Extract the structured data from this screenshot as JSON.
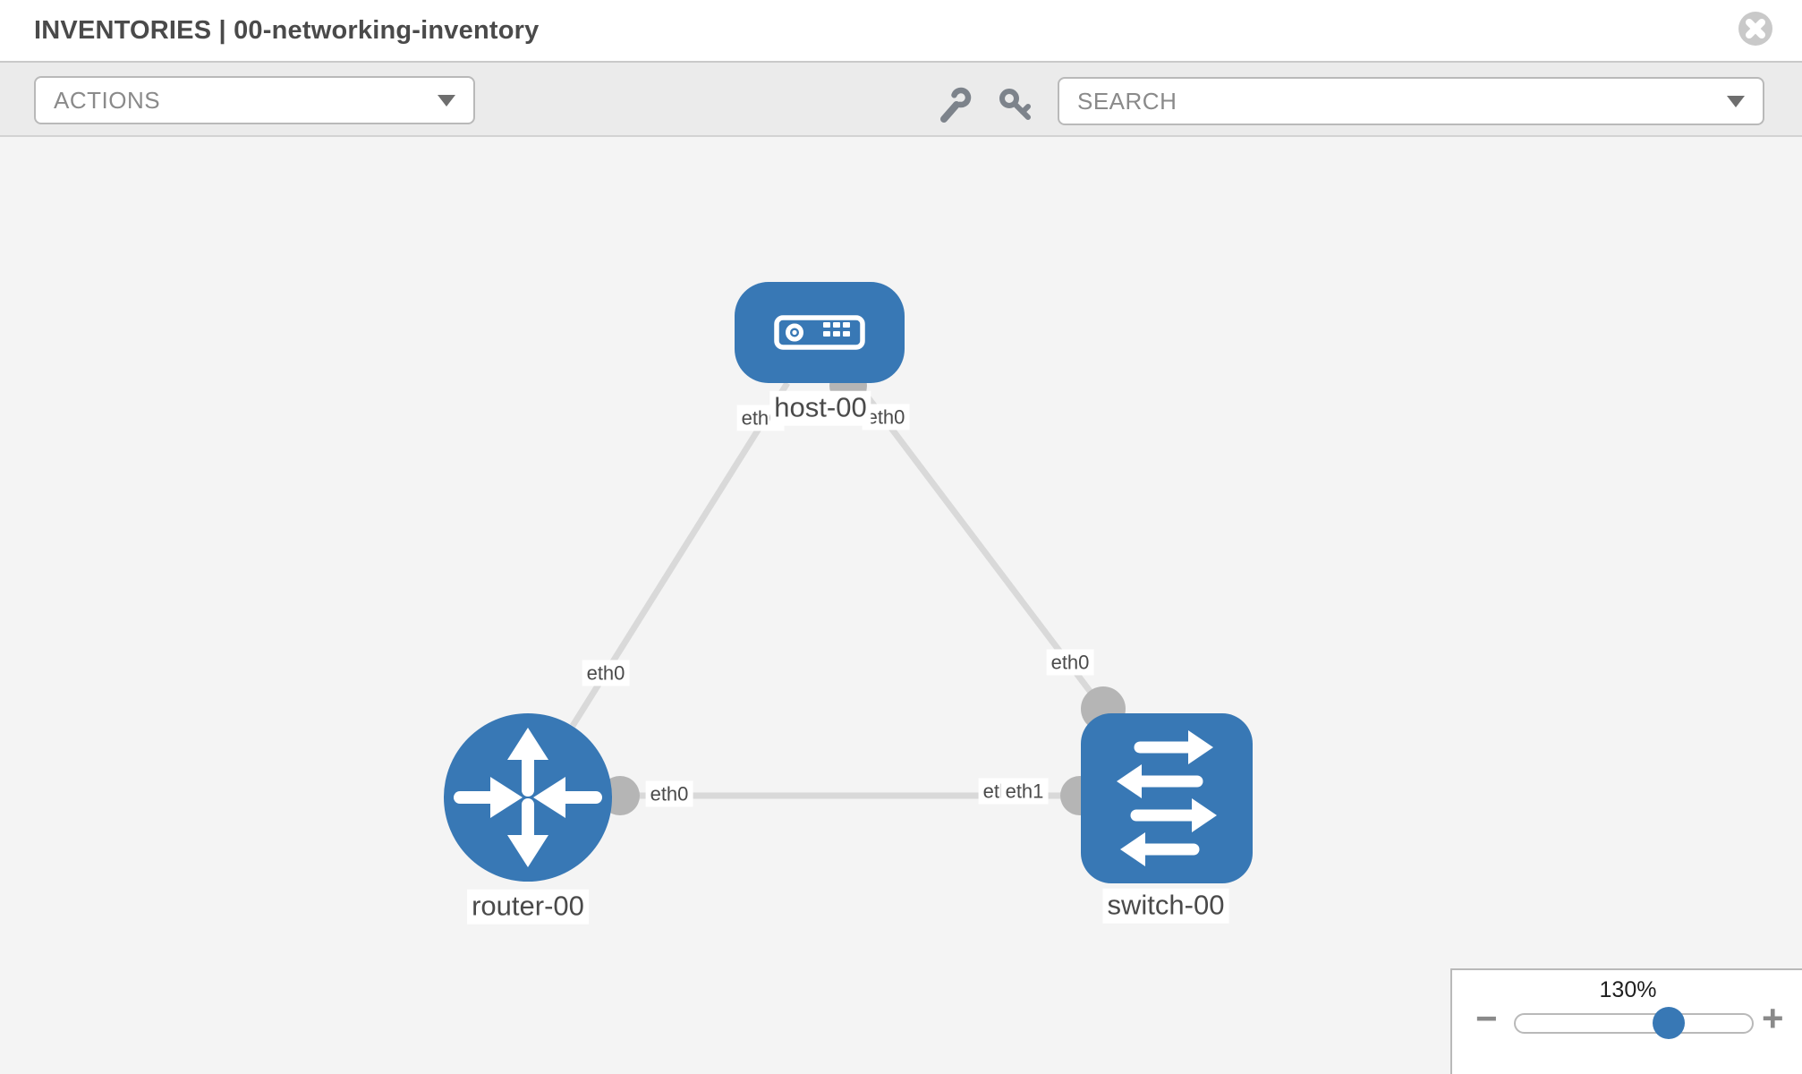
{
  "header": {
    "title": "INVENTORIES | 00-networking-inventory"
  },
  "toolbar": {
    "actions_label": "ACTIONS",
    "search_label": "SEARCH"
  },
  "colors": {
    "node_blue": "#3878b5",
    "link_gray": "#d9d9d9",
    "connector_gray": "#b5b5b5",
    "canvas_bg": "#f4f4f4",
    "toolbar_bg": "#ebebeb",
    "label_text": "#4a4a4a"
  },
  "diagram": {
    "nodes": [
      {
        "id": "host-00",
        "type": "host",
        "label": "host-00"
      },
      {
        "id": "router-00",
        "type": "router",
        "label": "router-00"
      },
      {
        "id": "switch-00",
        "type": "switch",
        "label": "switch-00"
      }
    ],
    "links": [
      {
        "from": "host-00",
        "from_interface": "eth0",
        "to": "router-00",
        "to_interface": "eth0"
      },
      {
        "from": "host-00",
        "from_interface": "eth0",
        "to": "switch-00",
        "to_interface": "eth0"
      },
      {
        "from": "router-00",
        "from_interface": "eth0",
        "to": "switch-00",
        "to_interface": "eth1"
      }
    ]
  },
  "zoom_control": {
    "value": "130%",
    "zoom_out_label": "−",
    "zoom_in_label": "+"
  }
}
